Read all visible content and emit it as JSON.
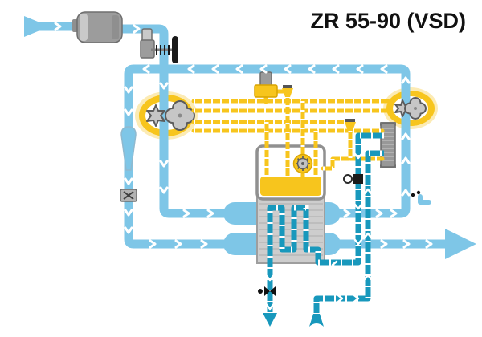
{
  "title": "ZR 55-90 (VSD)",
  "colors": {
    "bg": "#FFFFFF",
    "ink": "#111111",
    "air": "#7EC6E7",
    "oil": "#F7C51D",
    "oilHalo": "#FCEBB4",
    "oilDark": "#D9A300",
    "water": "#1898BC",
    "metal": "#9C9C9C",
    "metalDark": "#6E6E6E",
    "metalLight": "#C9C9C9"
  },
  "components": {
    "intake": "air-intake",
    "filter": "air-filter",
    "inlet_valve": "inlet-throttle-valve",
    "lp_element": "low-pressure-element",
    "hp_element": "high-pressure-element",
    "silencer": "pulsation-damper",
    "check_valve": "check-valve",
    "cooler": "inter-after-cooler",
    "oil_tank": "oil-sump",
    "oil_pump": "oil-pump",
    "oil_cooler": "oil-cooler",
    "water_in": "cooling-water-inlet",
    "water_out": "cooling-water-drain",
    "air_out": "compressed-air-outlet"
  }
}
